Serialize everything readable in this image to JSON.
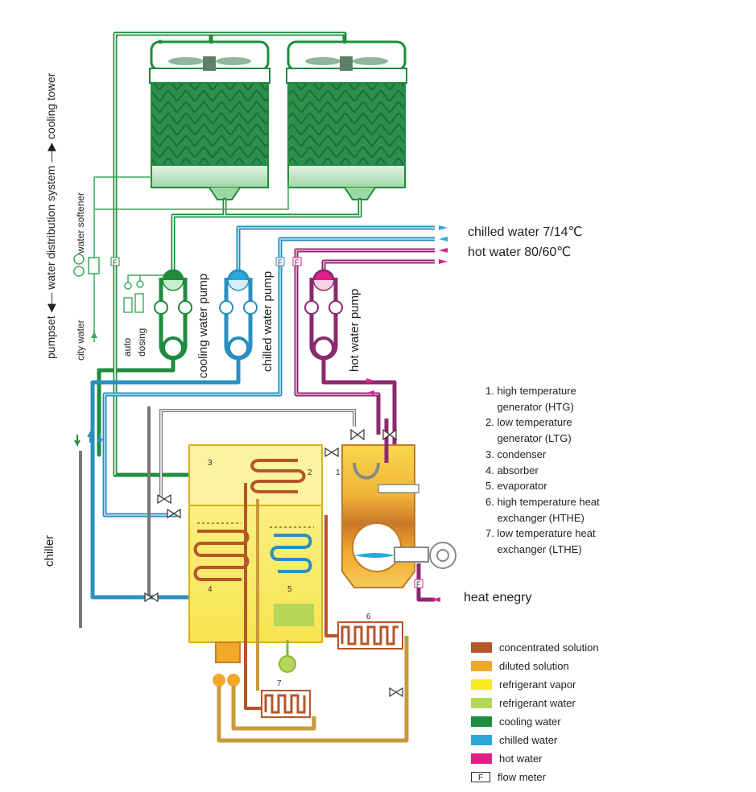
{
  "labels": {
    "cooling_tower": "pumpset ◀— water distribution system —▶ cooling tower",
    "water_softener": "water softener",
    "city_water": "city water",
    "auto_dosing_1": "auto",
    "auto_dosing_2": "dosing",
    "cooling_water_pump": "cooling water pump",
    "chilled_water_pump": "chilled water pump",
    "hot_water_pump": "hot water pump",
    "chiller": "chiller",
    "chilled_water_in": "chilled water 7/14℃",
    "hot_water_in": "hot water 80/60℃",
    "heat_energy": "heat enegry"
  },
  "components": [
    "1. high temperature\n    generator (HTG)",
    "2. low temperature\n    generator (LTG)",
    "3. condenser",
    "4. absorber",
    "5. evaporator",
    "6. high temperature heat\n    exchanger (HTHE)",
    "7. low temperature heat\n    exchanger (LTHE)"
  ],
  "numbers": [
    "1",
    "2",
    "3",
    "4",
    "5",
    "6",
    "7"
  ],
  "flow_meter_letter": "F",
  "legend": [
    {
      "label": "concentrated solution",
      "color": "#b5562a"
    },
    {
      "label": "diluted solution",
      "color": "#f2a92a"
    },
    {
      "label": "refrigerant vapor",
      "color": "#f7ea1d"
    },
    {
      "label": "refrigerant water",
      "color": "#b6d65a"
    },
    {
      "label": "cooling water",
      "color": "#1e8c3c"
    },
    {
      "label": "chilled water",
      "color": "#29a8dc"
    },
    {
      "label": "hot water",
      "color": "#e0218a"
    },
    {
      "label": "flow meter",
      "color": "#ffffff"
    }
  ]
}
